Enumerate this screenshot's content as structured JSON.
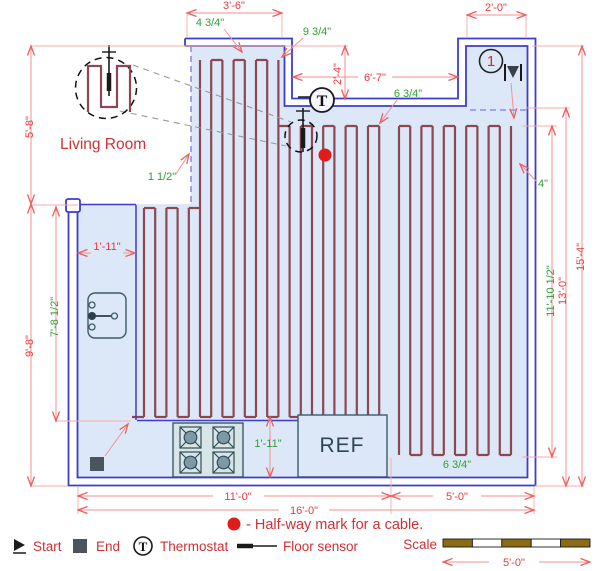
{
  "plan": {
    "room_label": "Living Room",
    "ref_label": "REF",
    "circle_number": "1",
    "thermostat_letter": "T"
  },
  "dims": {
    "top_protrusion_width": "3'-6\"",
    "right_protrusion_width": "2'-0\"",
    "notch_depth": "2'-4\"",
    "notch_width": "6'-7\"",
    "left_upper_height": "5'-8\"",
    "left_lower_height": "9'-8\"",
    "counter_width": "1'-11\"",
    "counter_height": "7'-8 1/2\"",
    "cable_area_height": "11'-10 1/2\"",
    "inner_height": "13'-0\"",
    "total_height": "15'-4\"",
    "bottom_left_width": "11'-0\"",
    "total_width": "16'-0\"",
    "bottom_right_width": "5'-0\""
  },
  "cable_labels": {
    "protrusion_spacing": "4 3/4\"",
    "top_corner_offset": "9 3/4\"",
    "main_spacing": "6 3/4\"",
    "right_edge_offset": "4\"",
    "left_edge_offset": "1 1/2\"",
    "bottom_strip_height": "1'-11\"",
    "right_zone_spacing": "6 3/4\""
  },
  "legend": {
    "start": "Start",
    "end": "End",
    "thermostat": "Thermostat",
    "floor_sensor": "Floor sensor",
    "halfway_note": "- Half-way mark for a cable.",
    "scale_label": "Scale",
    "scale_length": "5'-0\""
  },
  "colors": {
    "wall_blue": "#3c3ccd",
    "floor_fill": "#dce8f8",
    "cable_maroon": "#8d4752",
    "dim_line": "#f2908e",
    "dim_text_red": "#e8393d",
    "label_green": "#2f9e33",
    "legend_red": "#cf3136",
    "halfway_red": "#e01b1b",
    "scale_bar_brown": "#8a6c15",
    "appliance_slate": "#3f5a66"
  }
}
